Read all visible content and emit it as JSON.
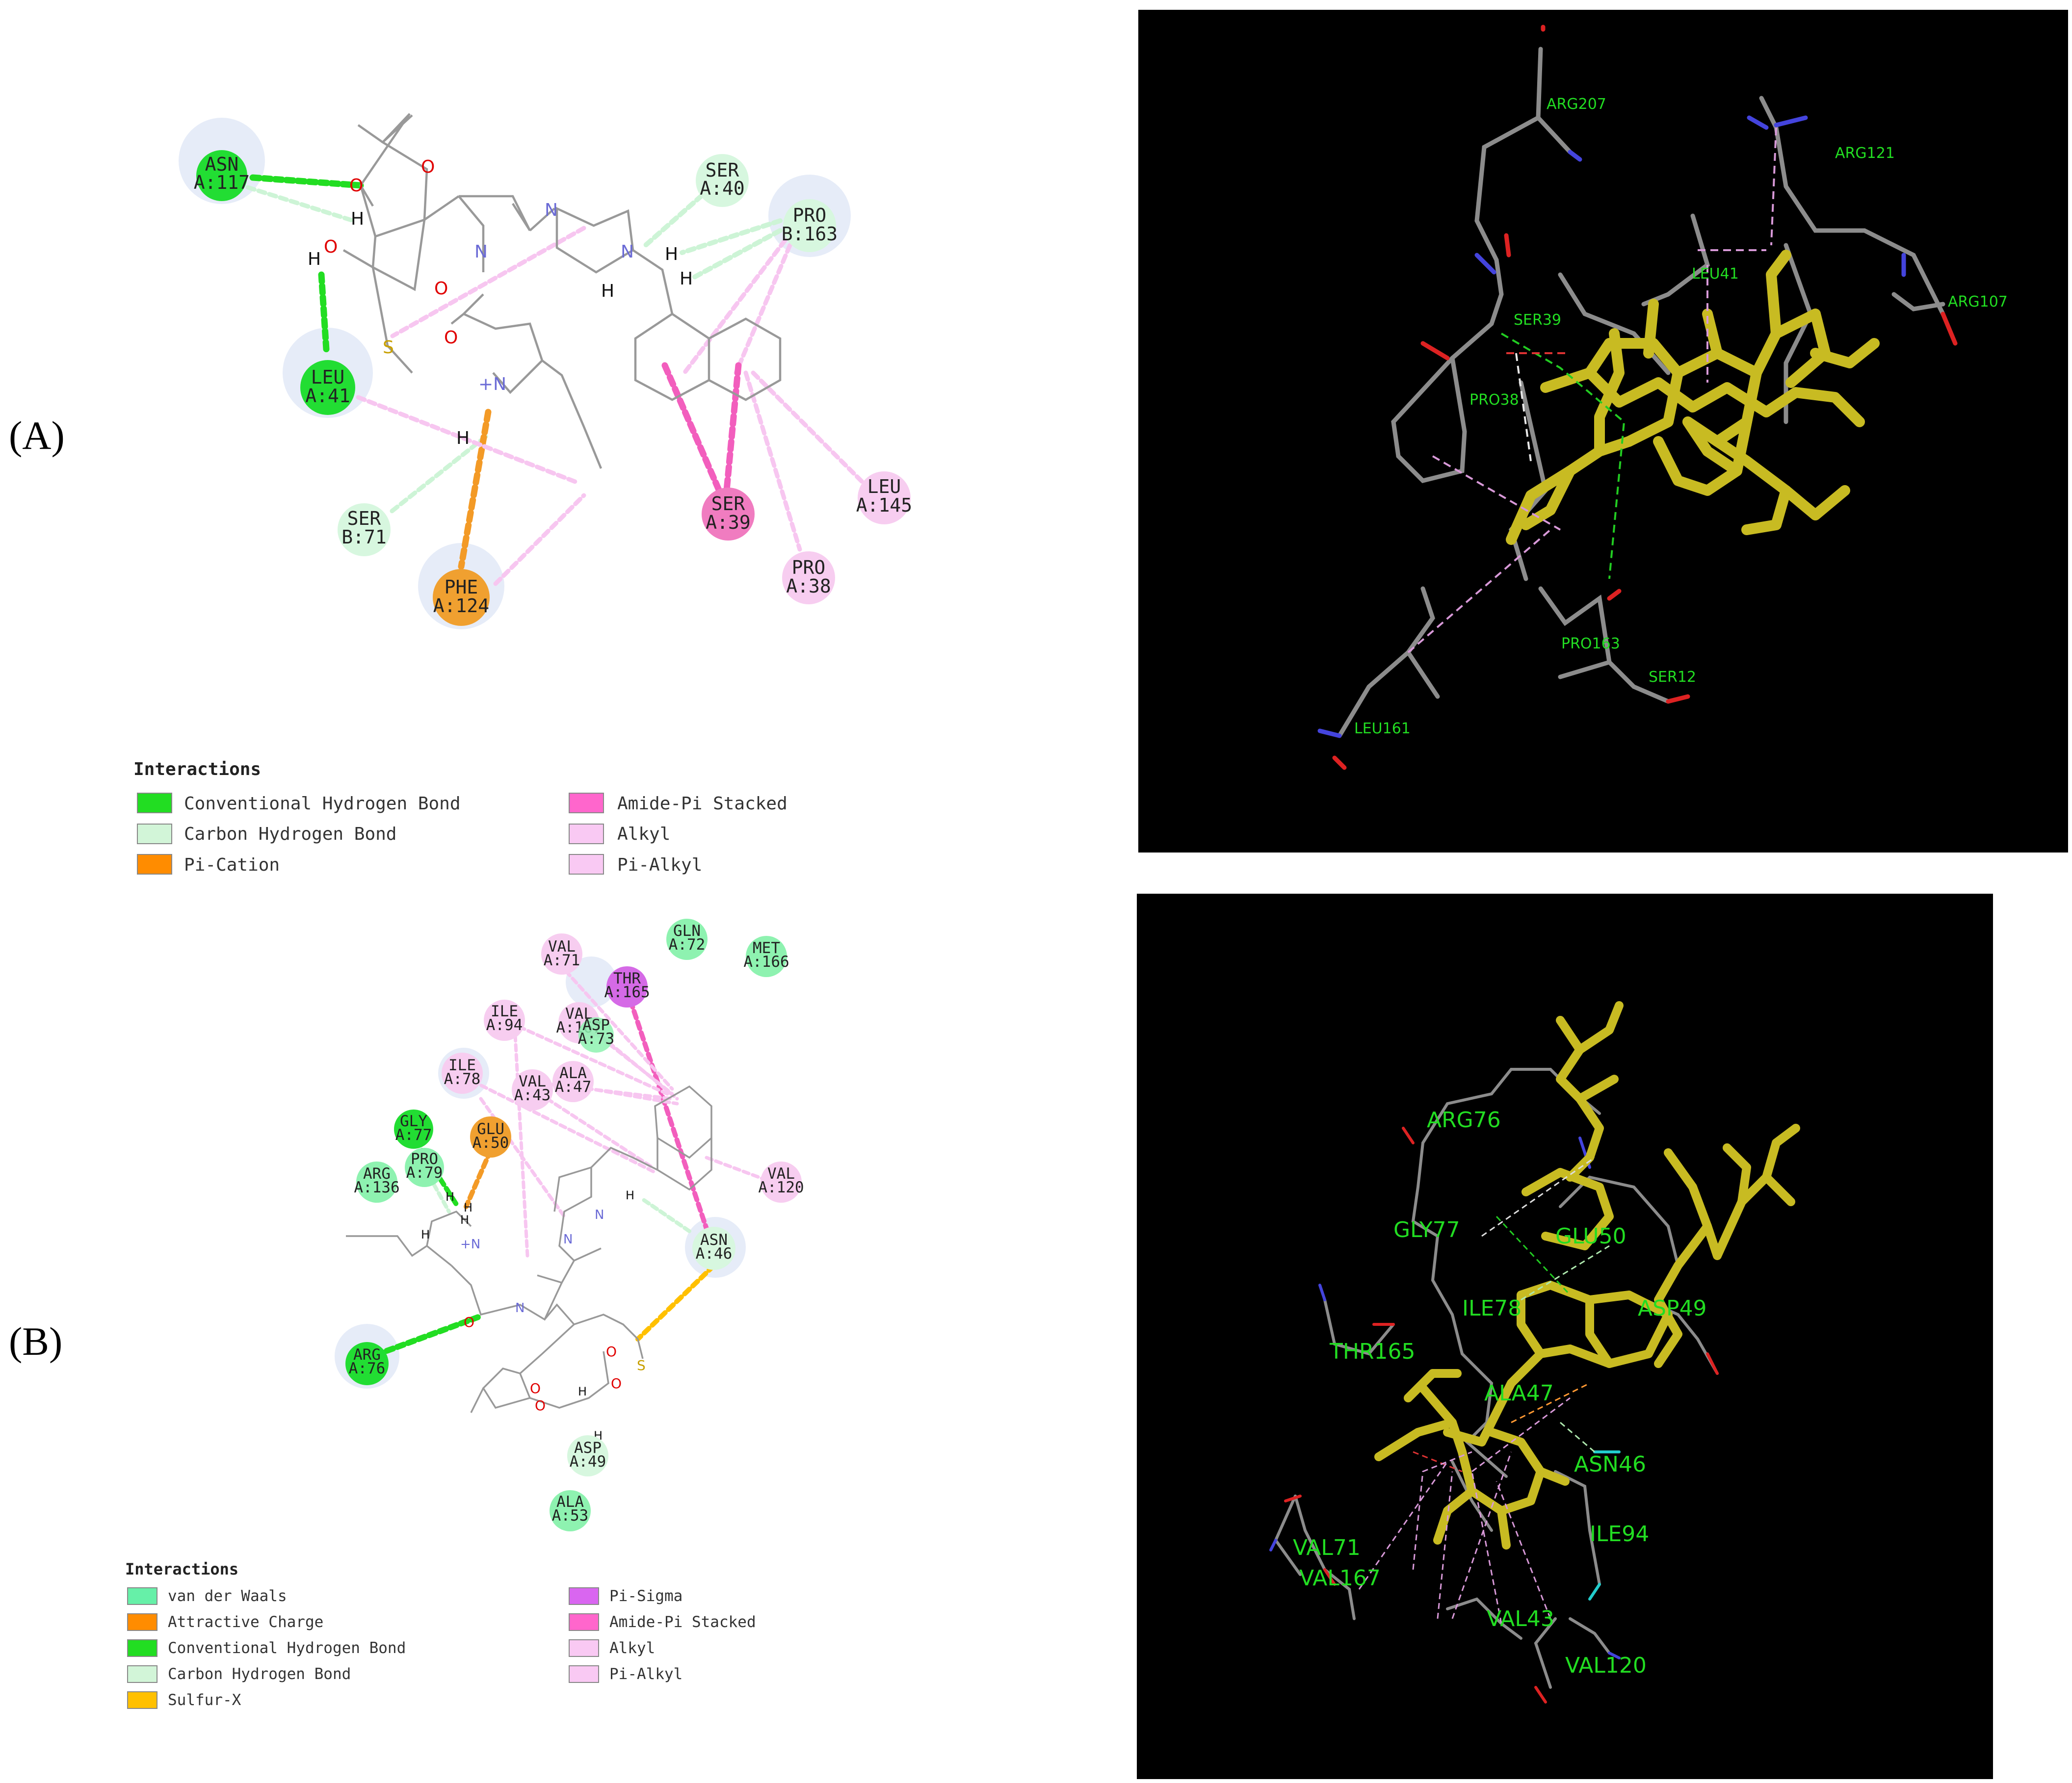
{
  "panels": [
    {
      "id": "A",
      "label": "(A)",
      "residues": [
        {
          "name": "ASN",
          "chain": "A:117",
          "color": "#22dd33",
          "type": "hbond"
        },
        {
          "name": "SER",
          "chain": "A:40",
          "color": "#d7f7df",
          "type": "chbond"
        },
        {
          "name": "PRO",
          "chain": "B:163",
          "color": "#d7f7df",
          "type": "chbond"
        },
        {
          "name": "LEU",
          "chain": "A:41",
          "color": "#22dd33",
          "type": "hbond"
        },
        {
          "name": "SER",
          "chain": "B:71",
          "color": "#d7f7df",
          "type": "chbond"
        },
        {
          "name": "PHE",
          "chain": "A:124",
          "color": "#f0a030",
          "type": "pication"
        },
        {
          "name": "SER",
          "chain": "A:39",
          "color": "#f07cc0",
          "type": "amidepi"
        },
        {
          "name": "PRO",
          "chain": "A:38",
          "color": "#f7cdf0",
          "type": "alkyl"
        },
        {
          "name": "LEU",
          "chain": "A:145",
          "color": "#f7cdf0",
          "type": "alkyl"
        }
      ],
      "legend": {
        "title": "Interactions",
        "items": [
          {
            "label": "Conventional Hydrogen Bond",
            "color": "#22dd22"
          },
          {
            "label": "Carbon Hydrogen Bond",
            "color": "#d2f5d8"
          },
          {
            "label": "Pi-Cation",
            "color": "#ff8c00"
          },
          {
            "label": "Amide-Pi Stacked",
            "color": "#ff66cc"
          },
          {
            "label": "Alkyl",
            "color": "#f9c9f3"
          },
          {
            "label": "Pi-Alkyl",
            "color": "#f9c9f3"
          }
        ]
      },
      "view3d_labels": [
        "ARG207",
        "ARG121",
        "LEU41",
        "ARG107",
        "SER39",
        "PRO38",
        "PRO163",
        "SER12",
        "LEU161"
      ]
    },
    {
      "id": "B",
      "label": "(B)",
      "residues": [
        {
          "name": "VAL",
          "chain": "A:71",
          "color": "#f7cdf0"
        },
        {
          "name": "GLN",
          "chain": "A:72",
          "color": "#8ef2b0"
        },
        {
          "name": "MET",
          "chain": "A:166",
          "color": "#8ef2b0"
        },
        {
          "name": "THR",
          "chain": "A:165",
          "color": "#d56ae6"
        },
        {
          "name": "ILE",
          "chain": "A:94",
          "color": "#f7cdf0"
        },
        {
          "name": "VAL",
          "chain": "A:167",
          "color": "#f7cdf0"
        },
        {
          "name": "ASP",
          "chain": "A:73",
          "color": "#8ef2b0"
        },
        {
          "name": "ILE",
          "chain": "A:78",
          "color": "#f7cdf0"
        },
        {
          "name": "VAL",
          "chain": "A:43",
          "color": "#f7cdf0"
        },
        {
          "name": "ALA",
          "chain": "A:47",
          "color": "#f7cdf0"
        },
        {
          "name": "GLY",
          "chain": "A:77",
          "color": "#22dd33"
        },
        {
          "name": "GLU",
          "chain": "A:50",
          "color": "#f0a030"
        },
        {
          "name": "PRO",
          "chain": "A:79",
          "color": "#8ef2b0"
        },
        {
          "name": "ARG",
          "chain": "A:136",
          "color": "#8ef2b0"
        },
        {
          "name": "VAL",
          "chain": "A:120",
          "color": "#f7cdf0"
        },
        {
          "name": "ASN",
          "chain": "A:46",
          "color": "#d7f7df"
        },
        {
          "name": "ARG",
          "chain": "A:76",
          "color": "#22dd33"
        },
        {
          "name": "ASP",
          "chain": "A:49",
          "color": "#d7f7df"
        },
        {
          "name": "ALA",
          "chain": "A:53",
          "color": "#8ef2b0"
        }
      ],
      "legend": {
        "title": "Interactions",
        "items": [
          {
            "label": "van der Waals",
            "color": "#66f0a8"
          },
          {
            "label": "Attractive Charge",
            "color": "#ff8c00"
          },
          {
            "label": "Conventional Hydrogen Bond",
            "color": "#22dd22"
          },
          {
            "label": "Carbon Hydrogen Bond",
            "color": "#d2f5d8"
          },
          {
            "label": "Sulfur-X",
            "color": "#ffc000"
          },
          {
            "label": "Pi-Sigma",
            "color": "#d966f0"
          },
          {
            "label": "Amide-Pi Stacked",
            "color": "#ff66cc"
          },
          {
            "label": "Alkyl",
            "color": "#f9c9f3"
          },
          {
            "label": "Pi-Alkyl",
            "color": "#f9c9f3"
          }
        ]
      },
      "view3d_labels": [
        "ARG76",
        "GLY77",
        "GLU50",
        "ILE78",
        "ASP49",
        "THR165",
        "ALA47",
        "ASN46",
        "ILE94",
        "VAL71",
        "VAL167",
        "VAL43",
        "VAL120"
      ]
    }
  ]
}
